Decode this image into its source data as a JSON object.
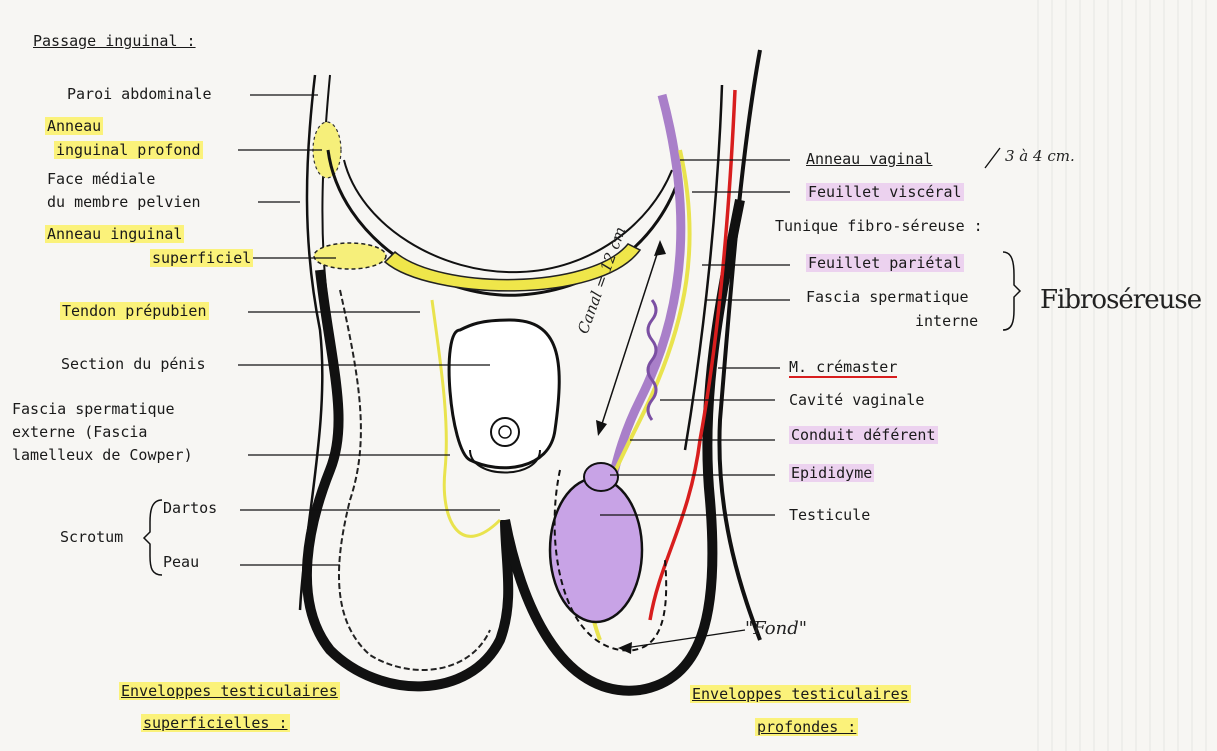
{
  "title": "Passage inguinal :",
  "labels_left": {
    "paroi": "Paroi abdominale",
    "anneau_profond_1": "Anneau",
    "anneau_profond_2": "inguinal profond",
    "face_1": "Face médiale",
    "face_2": "du membre pelvien",
    "anneau_sup_1": "Anneau inguinal",
    "anneau_sup_2": "superficiel",
    "tendon": "Tendon prépubien",
    "penis": "Section du pénis",
    "fascia_1": "Fascia spermatique",
    "fascia_2": "externe (Fascia",
    "fascia_3": "lamelleux de Cowper)",
    "scrotum": "Scrotum",
    "dartos": "Dartos",
    "peau": "Peau"
  },
  "labels_right": {
    "anneau_vaginal": "Anneau vaginal",
    "anneau_vaginal_note": "3 à 4 cm.",
    "feuillet_visceral": "Feuillet viscéral",
    "tunique": "Tunique fibro-séreuse :",
    "feuillet_parietal": "Feuillet pariétal",
    "fascia_interne_1": "Fascia spermatique",
    "fascia_interne_2": "interne",
    "fibroseureuse": "Fibroséreuse",
    "cremaster": "M. crémaster",
    "cavite": "Cavité vaginale",
    "conduit": "Conduit déférent",
    "epididyme": "Epididyme",
    "testicule": "Testicule",
    "fond": "\"Fond\"",
    "canal": "Canal = 12 cm"
  },
  "footer": {
    "left_1": "Enveloppes testiculaires",
    "left_2": "superficielles :",
    "right_1": "Enveloppes testiculaires",
    "right_2": "profondes :"
  },
  "colors": {
    "highlight": "#fbf27a",
    "pink": "#ecd2ef",
    "purple": "#a97fc9",
    "red": "#d81e1e",
    "yellow_layer": "#e9e34d"
  }
}
